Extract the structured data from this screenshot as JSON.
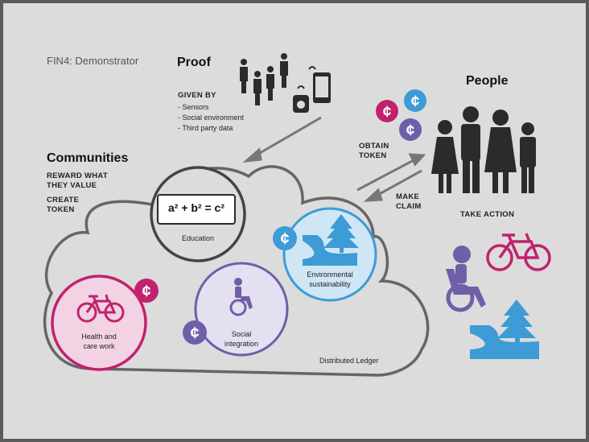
{
  "subtitle": "FIN4: Demonstrator",
  "proof": {
    "title": "Proof",
    "given_by": "GIVEN BY",
    "items": [
      "- Sensors",
      "- Social environment",
      "- Third party data"
    ]
  },
  "people": {
    "title": "People",
    "obtain_token": [
      "OBTAIN",
      "TOKEN"
    ],
    "make_claim": [
      "MAKE",
      "CLAIM"
    ],
    "take_action": "TAKE ACTION"
  },
  "communities": {
    "title": "Communities",
    "reward": [
      "REWARD WHAT",
      "THEY VALUE"
    ],
    "create": [
      "CREATE",
      "TOKEN"
    ]
  },
  "circles": {
    "education": "Education",
    "formula": "a² + b² = c²",
    "environmental": [
      "Environmental",
      "sustainability"
    ],
    "health": [
      "Health and",
      "care work"
    ],
    "social": [
      "Social",
      "integration"
    ]
  },
  "ledger": "Distributed Ledger",
  "colors": {
    "magenta": "#c0226e",
    "purple": "#6f5fa8",
    "blue": "#3d9bd6",
    "dark": "#2b2b2b"
  },
  "icons": [
    "people-group-icon",
    "sensor-icon",
    "phone-icon",
    "coin-icon",
    "bicycle-icon",
    "wheelchair-icon",
    "river-tree-icon"
  ]
}
